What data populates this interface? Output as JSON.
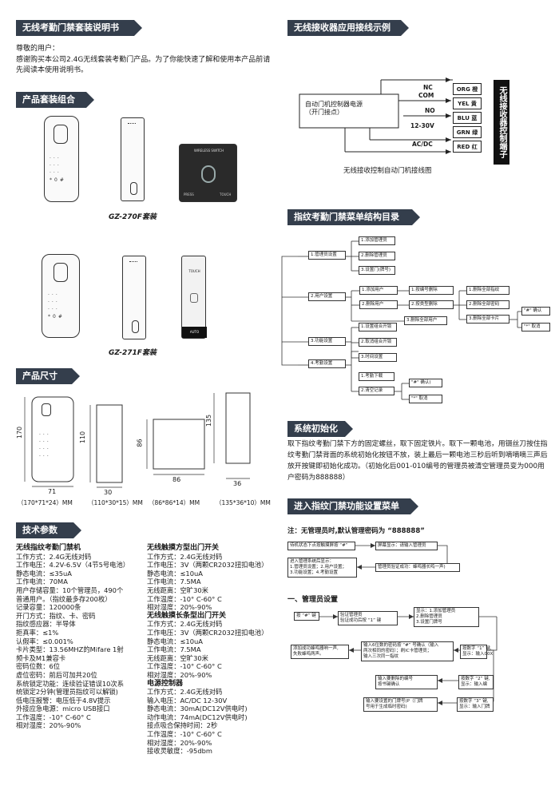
{
  "left": {
    "manual_title": "无线考勤门禁套装说明书",
    "greeting": "尊敬的用户：",
    "intro": "感谢购买本公司2.4G无线套装考勤门产品。为了你能快速了解和使用本产品前请先阅读本使用说明书。",
    "kit_title": "产品套装组合",
    "kit1_label": "GZ-270F套装",
    "kit2_label": "GZ-271F套装",
    "device_text_small": "WIRELESS SWITCH",
    "device_text_press": "PRESS",
    "device_text_touch": "TOUCH",
    "device_text_auto": "AUTO",
    "size_title": "产品尺寸",
    "dims": {
      "d1_h": "170",
      "d1_w": "71",
      "d2_h": "110",
      "d2_w": "30",
      "d3_h": "86",
      "d3_w": "86",
      "d4_h": "135",
      "d4_w": "36"
    },
    "dim_captions": [
      "（170*71*24）MM",
      "（110*30*15）MM",
      "（86*86*14）MM",
      "（135*36*10）MM"
    ],
    "spec_title": "技术参数",
    "spec_col1": [
      "无线指纹考勤门禁机",
      "工作方式：2.4G无线对码",
      "工作电压：4.2V-6.5V（4节5号电池）",
      "静态电流：≤35uA",
      "工作电流：70MA",
      "用户存储容量：10个管理员，490个",
      "普通用户。（指纹最多存200枚）",
      "记录容量：120000条",
      "开门方式：指纹、卡、密码",
      "指纹感应器：半导体",
      "拒真率：≤1%",
      "认假率：≤0.001%",
      "卡片类型：13.56MHZ的Mifare 1射",
      "频卡及M1兼容卡",
      "密码位数：6位",
      "虚位密码：前后可加共20位",
      "系统锁定功能：连续验证错误10次系",
      "统锁定2分钟(管理员指纹可以解锁)",
      "低电压报警：电压低于4.8V提示",
      "外接应急电源：micro USB接口",
      "工作温度：-10° C-60° C",
      "相对湿度：20%-90%"
    ],
    "spec_col2": [
      "无线触摸方型出门开关",
      "工作方式：2.4G无线对码",
      "工作电压：3V（两颗CR2032扭扣电池）",
      "静态电流：≤10uA",
      "工作电流：7.5MA",
      "无线距离：空旷30米",
      "工作温度：-10° C-60° C",
      "相对湿度：20%-90%",
      "无线触摸长条型出门开关",
      "工作方式：2.4G无线对码",
      "工作电压：3V（两颗CR2032扭扣电池）",
      "静态电流：≤10uA",
      "工作电流：7.5MA",
      "无线距离：空旷30米",
      "工作温度：-10° C-60° C",
      "相对湿度：20%-90%",
      "电源控制器",
      "工作方式：2.4G无线对码",
      "输入电压：AC/DC 12-30V",
      "静态电流：30mA(DC12V供电时)",
      "动作电流：74mA(DC12V供电时)",
      "接点吸合保持时间：2秒",
      "工作温度：-10° C-60° C",
      "相对湿度：20%-90%",
      "接收灵敏度：-95dbm"
    ]
  },
  "right": {
    "wiring_title": "无线接收器应用接线示例",
    "wiring": {
      "controller_label": "自动门机控制器电源\n（开门接点）",
      "terminals": [
        "NC",
        "COM",
        "NO",
        "12-30V",
        "AC/DC"
      ],
      "wires": [
        "ORG 橙",
        "YEL 黄",
        "BLU 蓝",
        "GRN 绿",
        "RED 红"
      ],
      "vertical_label": "无线接收器控制端子",
      "caption": "无线接收控制自动门机接线图"
    },
    "menu_title": "指纹考勤门禁菜单结构目录",
    "menu": {
      "l1": [
        "1.管理员设置",
        "2.用户设置",
        "3.功能设置",
        "4.考勤设置"
      ],
      "admin": [
        "1.添加管理员",
        "2.删除管理员",
        "3.设置门(牌号)"
      ],
      "user": [
        "1.添加用户",
        "2.删除用户",
        "3.删除全部用户"
      ],
      "user_del": [
        "1.按编号删除",
        "2.按类型删除"
      ],
      "user_del_type": [
        "1.删除全部指纹",
        "2.删除全部密码",
        "3.删除全部卡片"
      ],
      "func": [
        "1.设置组合开锁",
        "2.取消组合开锁",
        "3.时间设置"
      ],
      "att": [
        "1.考勤下载",
        "2.清空记录"
      ],
      "confirm": "\"#\" 确认",
      "cancel": "\"*\" 取消",
      "confirm2": "\"#\" 确认)",
      "cancel2": "\"*\" 取消"
    },
    "init_title": "系统初始化",
    "init_text": "取下指纹考勤门禁下方的固定螺丝，取下固定铁片。取下一颗电池，用镊丝刀按住指纹考勤门禁背面的系统初始化按钮不放，装上最后一颗电池三秒后听到嘀嘀嘀三声后放开按键即初始化成功。（初始化后001-010编号的管理员被清空管理员变为000用户密码为888888）",
    "enter_title": "进入指纹门禁功能设置菜单",
    "note": "注：无管理员时,默认管理密码为 “888888”",
    "enter_boxes": [
      "待机状态下点按触摸屏按 “#”",
      "屏幕显示：请输入管理员",
      "进入管理系统后显示：\n1.管理员设置；2.用户设置；\n3.功能设置；4.考勤设置",
      "管理员验证成功：蜂鸣器长鸣一声)"
    ],
    "admin_title": "一、管理员设置",
    "admin_boxes": [
      "按 “#” 键",
      "验证管理员\n验证成功后按 “1” 键",
      "显示：1.添加管理员\n2.删除管理员\n3.设置门牌号",
      "添加成功蜂鸣器响一声,\n失败蜂鸣两声。",
      "输入6位数的密码按 “#” 号确认（输入\n两次相同的密码）；刷IC卡管理员；\n输入三次同一指纹",
      "按数字 “1” 键,\n显示：输入00X",
      "输入要删除的编号\n按书键确认",
      "按数字 “2” 键,\n显示：输入编",
      "输入要设置的门牌号(P（门牌\n号用于生成临时密码)",
      "按数字 “3” 键,\n显示：输入门牌"
    ]
  }
}
